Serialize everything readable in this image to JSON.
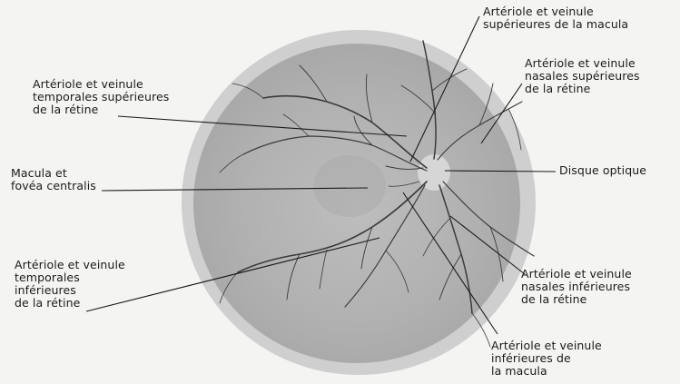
{
  "labels": {
    "sup_macula": "Artériole et veinule\nsupérieures de la macula",
    "temp_sup": "Artériole et veinule\ntemporales supérieures\nde la rétine",
    "nasal_sup": "Artériole et veinule\nnasales supérieures\nde la rétine",
    "macula": "Macula et\nfovéa centralis",
    "disque": "Disque optique",
    "temp_inf": "Artériole et veinule\ntemporales\ninférieures\nde la rétine",
    "nasal_inf": "Artériole et veinule\nnasales inférieures\nde la rétine",
    "inf_macula": "Artériole et veinule\ninférieures de\nla macula"
  }
}
